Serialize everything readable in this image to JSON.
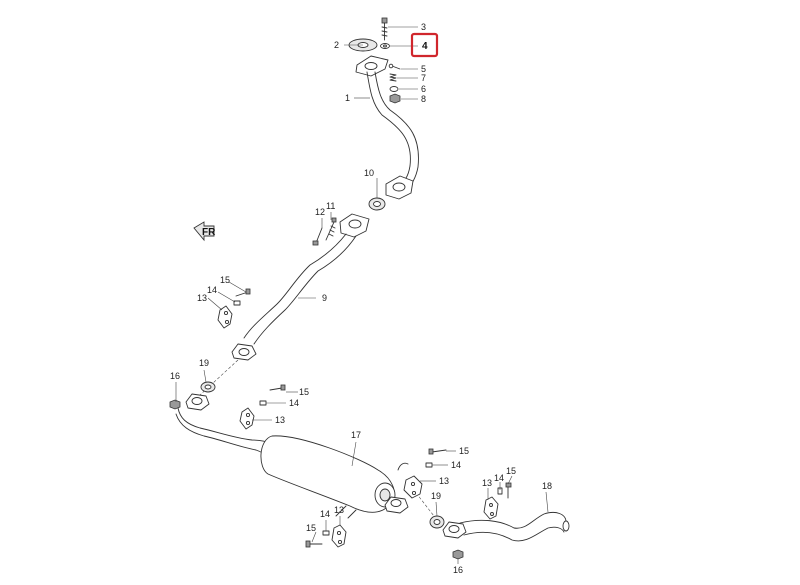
{
  "diagram": {
    "callouts": [
      "1",
      "2",
      "3",
      "4",
      "5",
      "6",
      "7",
      "8",
      "9",
      "10",
      "11",
      "12",
      "13",
      "14",
      "15",
      "16",
      "17",
      "18",
      "19"
    ],
    "highlighted": "4",
    "highlight_color": "#d0262c",
    "front_arrow_label": "FR"
  }
}
